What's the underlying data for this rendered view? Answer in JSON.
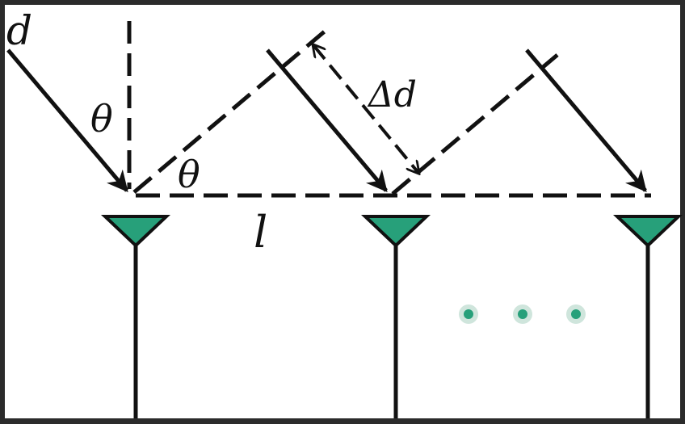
{
  "diagram": {
    "labels": {
      "incident_signal": "d",
      "angle_vertical": "θ",
      "angle_horizontal": "θ",
      "path_difference": "Δd",
      "element_spacing": "l"
    },
    "continuation_dots": 3,
    "colors": {
      "border": "#2b2b2b",
      "background": "#ffffff",
      "stroke": "#111111",
      "antenna_fill": "#27a07a",
      "dot_fill": "#27a07a",
      "dot_halo": "#cfe5dc"
    }
  }
}
